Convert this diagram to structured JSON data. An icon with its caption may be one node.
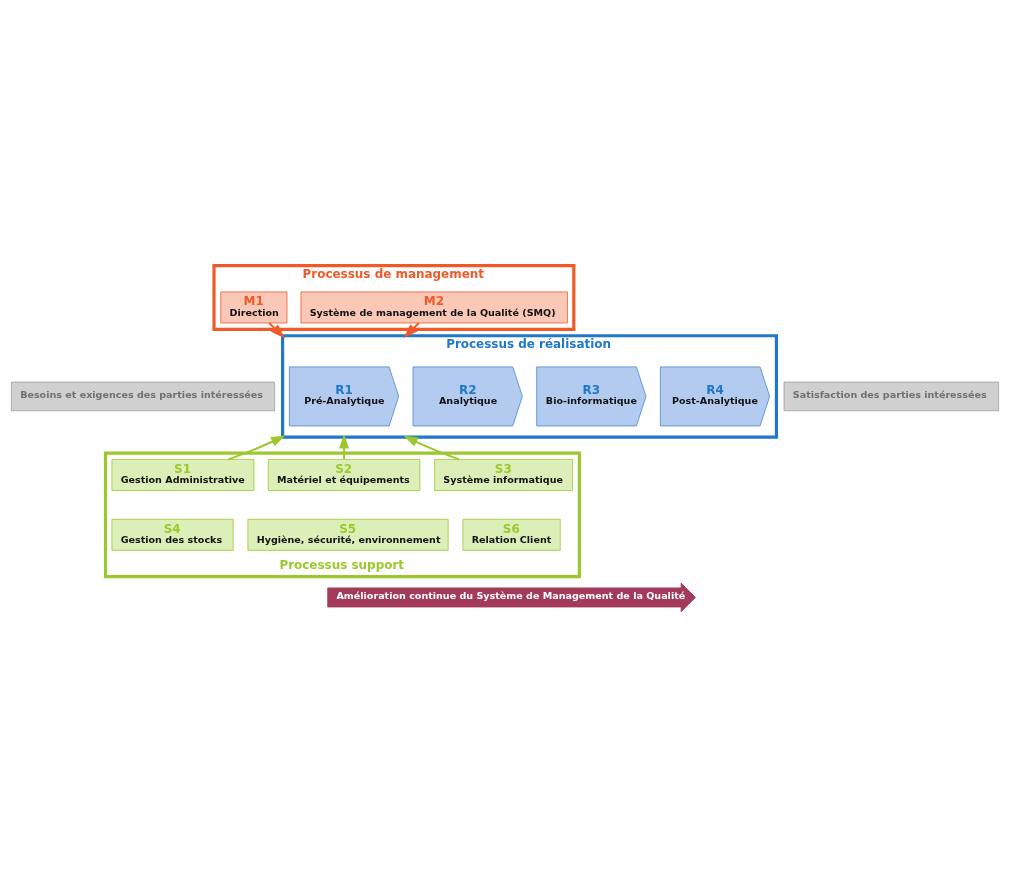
{
  "diagram": {
    "nodes": [
      {
        "text": [
          "Besoins et exigences des parties intéressées"
        ]
      },
      {
        "text": [
          "Processus de management"
        ]
      },
      {
        "text": [
          "M1",
          "Direction"
        ],
        "in": 1
      },
      {
        "text": [
          "M2",
          "Système de management de la Qualité (SMQ)"
        ],
        "in": 1
      },
      {
        "text": [
          "Processus de réalisation"
        ]
      },
      {
        "text": [
          "R1",
          "Pré-Analytique"
        ],
        "in": 4
      },
      {
        "text": [
          "R2",
          "Analytique"
        ],
        "in": 4
      },
      {
        "text": [
          "R3",
          "Bio-informatique"
        ],
        "in": 4
      },
      {
        "text": [
          "R4",
          "Post-Analytique"
        ],
        "in": 4
      },
      {
        "text": [
          "Processus support"
        ]
      },
      {
        "text": [
          "S1",
          "Gestion Administrative"
        ],
        "in": 9
      },
      {
        "text": [
          "S2",
          "Matériel et équipements"
        ],
        "in": 9
      },
      {
        "text": [
          "S3",
          "Système informatique"
        ],
        "in": 9
      },
      {
        "text": [
          "S4",
          "Gestion des stocks"
        ],
        "in": 9
      },
      {
        "text": [
          "S5",
          "Hygiène, sécurité, environnement"
        ],
        "in": 9
      },
      {
        "text": [
          "S6",
          "Relation Client"
        ],
        "in": 9
      },
      {
        "text": [
          "Satisfaction des parties intéressées"
        ]
      },
      {
        "text": [
          "Amélioration continue du Système de Management de la Qualité"
        ]
      }
    ],
    "edges": [
      {
        "from": 2,
        "to": 4,
        "arrow": "to",
        "color": "#f05a28"
      },
      {
        "from": 3,
        "to": 4,
        "arrow": "to",
        "color": "#f05a28"
      },
      {
        "from": 10,
        "to": 4,
        "arrow": "to",
        "color": "#9dc82d"
      },
      {
        "from": 11,
        "to": 4,
        "arrow": "to",
        "color": "#9dc82d"
      },
      {
        "from": 12,
        "to": 4,
        "arrow": "to",
        "color": "#9dc82d"
      }
    ]
  }
}
